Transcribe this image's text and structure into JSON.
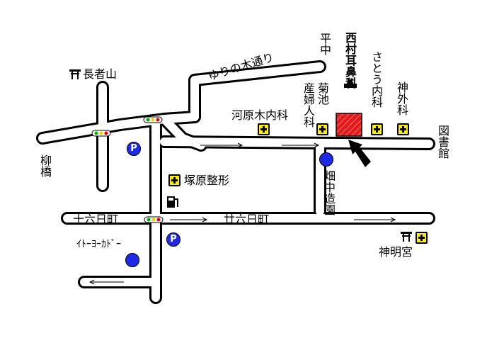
{
  "roads": {
    "yurinoki": "ゆりの木通り",
    "juroku": "十六日町",
    "nijuroku": "廿六日町"
  },
  "places": {
    "choja": "長者山",
    "yanagi": "柳橋",
    "taira": "平中",
    "clinic_name": "西村耳鼻科",
    "sato": "さとう内科",
    "shingeka": "神外科",
    "kikuchi": "菊池",
    "sanfujin": "産婦人科",
    "kawara": "河原木内科",
    "library": "図書館",
    "hatake": "畑中造園",
    "tsukahara": "塚原整形",
    "ito": "ｲﾄｰﾖｰｶﾄﾞｰ",
    "shinmei": "神明宮"
  },
  "icons": {
    "clinic_marker": "hatched-red-square",
    "hospital": "cross-icon",
    "parking_glyph": "P",
    "shrine_glyph": "⛩",
    "gas": "fuel-pump-icon"
  },
  "colors": {
    "road_fill": "#ffffff",
    "road_edge": "#000000",
    "target": "#e41a1a",
    "parking": "#1f29e8",
    "hospital": "#ffee00"
  }
}
